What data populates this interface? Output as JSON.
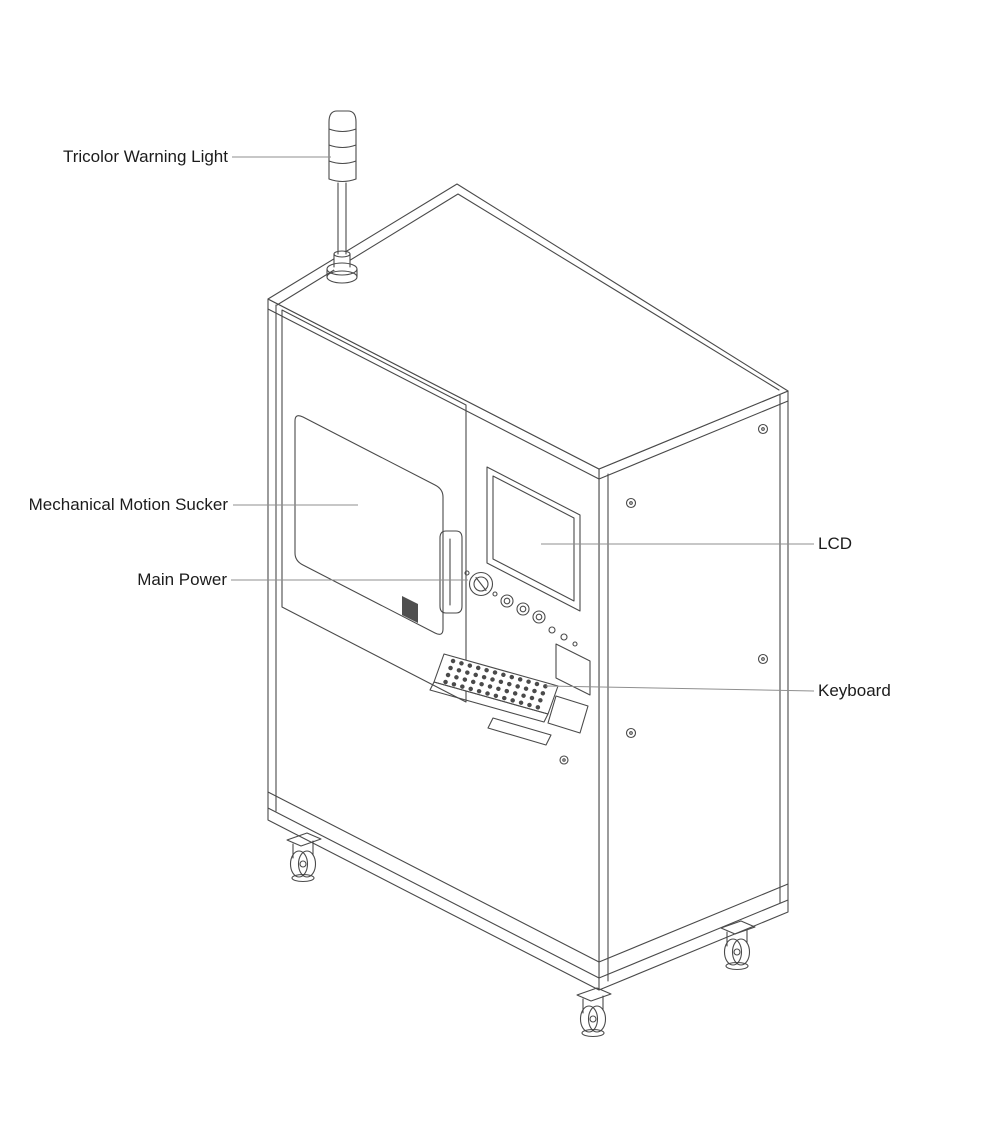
{
  "diagram": {
    "labels": {
      "warning_light": "Tricolor Warning Light",
      "motion_sucker": "Mechanical Motion Sucker",
      "main_power": "Main Power",
      "lcd": "LCD",
      "keyboard": "Keyboard"
    },
    "colors": {
      "line": "#4a4a4a",
      "leader": "#8f8f8f",
      "text": "#1c1c1c",
      "background": "#ffffff"
    }
  }
}
